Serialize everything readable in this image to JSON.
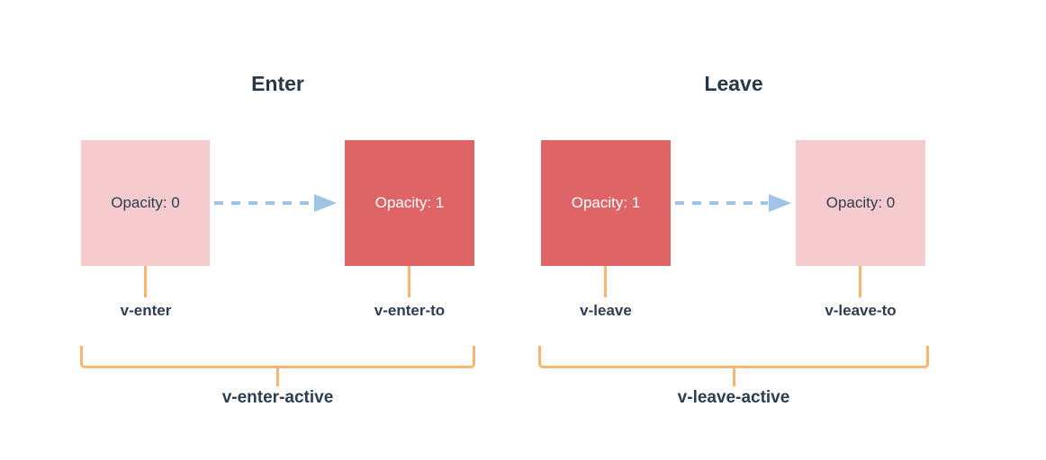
{
  "colors": {
    "background": "#ffffff",
    "box_pink": "#f5cbcd",
    "box_red": "#df6465",
    "connector_orange": "#f7b56e",
    "arrow_blue": "#a0c3e6",
    "text_dark": "#2c3e50",
    "text_light": "#ffffff"
  },
  "sections": [
    {
      "title": "Enter",
      "boxes": [
        {
          "label": "Opacity: 0",
          "variant": "pink"
        },
        {
          "label": "Opacity: 1",
          "variant": "red"
        }
      ],
      "class_labels": {
        "from": "v-enter",
        "to": "v-enter-to",
        "active": "v-enter-active"
      }
    },
    {
      "title": "Leave",
      "boxes": [
        {
          "label": "Opacity: 1",
          "variant": "red"
        },
        {
          "label": "Opacity: 0",
          "variant": "pink"
        }
      ],
      "class_labels": {
        "from": "v-leave",
        "to": "v-leave-to",
        "active": "v-leave-active"
      }
    }
  ]
}
